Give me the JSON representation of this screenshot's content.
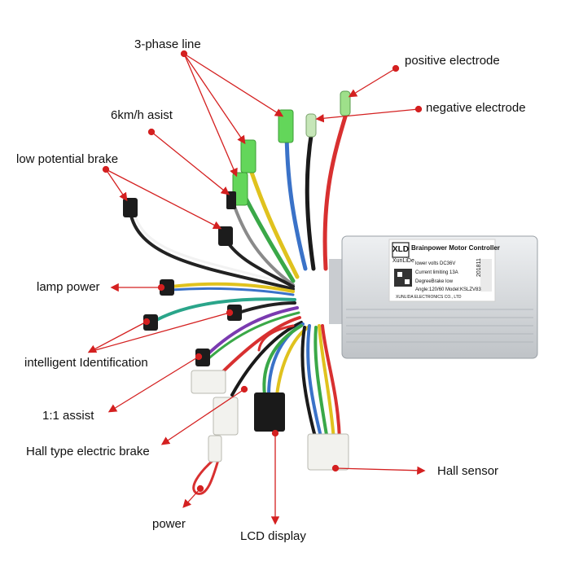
{
  "labels": {
    "three_phase_line": "3-phase line",
    "positive_electrode": "positive electrode",
    "negative_electrode": "negative electrode",
    "six_kmh_assist": "6km/h asist",
    "low_potential_brake": "low potential brake",
    "lamp_power": "lamp power",
    "intelligent_identification": "intelligent Identification",
    "one_to_one_assist": "1:1 assist",
    "hall_type_brake": "Hall type electric brake",
    "power": "power",
    "lcd_display": "LCD display",
    "hall_sensor": "Hall sensor"
  },
  "controller": {
    "brand": "XLD",
    "brand_sub": "XunLiDe",
    "title": "Brainpower Motor Controller",
    "voltage": "lower volts DC36V",
    "current": "Current limiting 13A",
    "brake": "DegreeBrake low",
    "angle_model": "Angle:120/60   Model:KSLZV83",
    "maker": "XUNLIDA ELECTRONICS CO., LTD",
    "date_code": "201811"
  },
  "colors": {
    "arrow": "#d42020",
    "green_wire": "#5fd15f",
    "blue_wire": "#3a72c8",
    "red_wire": "#d83030",
    "yellow_wire": "#e0c21e",
    "teal_wire": "#2aa58a",
    "housing": "#d9dcdf"
  }
}
